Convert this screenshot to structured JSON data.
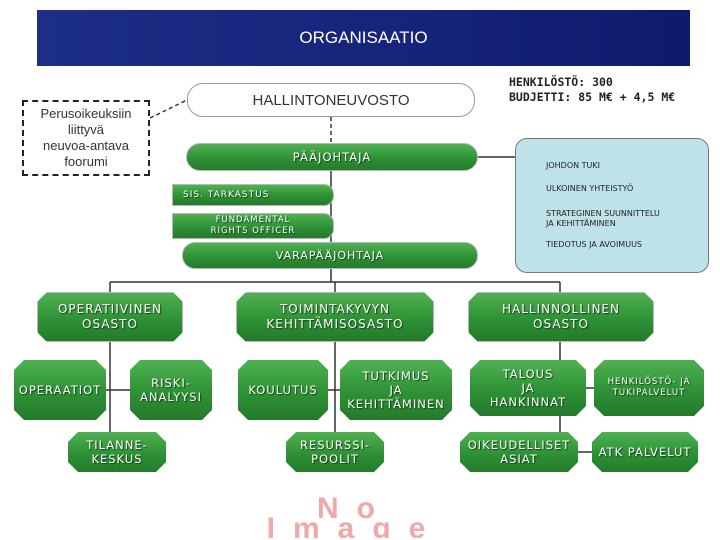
{
  "title": "ORGANISAATIO",
  "board": "HALLINTONEUVOSTO",
  "forum": [
    "Perusoikeuksiin",
    "liittyvä",
    "neuvoa-antava",
    "foorumi"
  ],
  "info": [
    "HENKILÖSTÖ: 300",
    "BUDJETTI: 85 M€ + 4,5 M€"
  ],
  "ceo": "PÄÄJOHTAJA",
  "audit": "SIS. TARKASTUS",
  "fro": [
    "FUNDAMENTAL",
    "RIGHTS OFFICER"
  ],
  "deputy": "VARAPÄÄJOHTAJA",
  "support_units": {
    "u1": "JOHDON TUKI",
    "u2": "ULKOINEN YHTEISTYÖ",
    "u3": [
      "STRATEGINEN SUUNNITTELU",
      "JA KEHITTÄMINEN"
    ],
    "u4": "TIEDOTUS JA AVOIMUUS"
  },
  "departments": {
    "ops": [
      "OPERATIIVINEN",
      "OSASTO"
    ],
    "cap": [
      "TOIMINTAKYVYN",
      "KEHITTÄMISOSASTO"
    ],
    "adm": [
      "HALLINNOLLINEN",
      "OSASTO"
    ]
  },
  "units": {
    "operaatiot": "OPERAATIOT",
    "riski": [
      "RISKI-",
      "ANALYYSI"
    ],
    "tilanne": [
      "TILANNE-",
      "KESKUS"
    ],
    "koulutus": "KOULUTUS",
    "tutkimus": [
      "TUTKIMUS",
      "JA",
      "KEHITTÄMINEN"
    ],
    "resurssi": [
      "RESURSSI-",
      "POOLIT"
    ],
    "talous": [
      "TALOUS",
      "JA",
      "HANKINNAT"
    ],
    "henkilosto": [
      "HENKILÖSTÖ- JA",
      "TUKIPALVELUT"
    ],
    "oikeudelliset": [
      "OIKEUDELLISET",
      "ASIAT"
    ],
    "atk": "ATK PALVELUT"
  },
  "placeholder": [
    "No",
    "Image"
  ],
  "colors": {
    "title_bar": "#15237a",
    "green": "#2e9135",
    "support_box": "#bfe2ea",
    "placeholder": "#f0a8a8"
  }
}
